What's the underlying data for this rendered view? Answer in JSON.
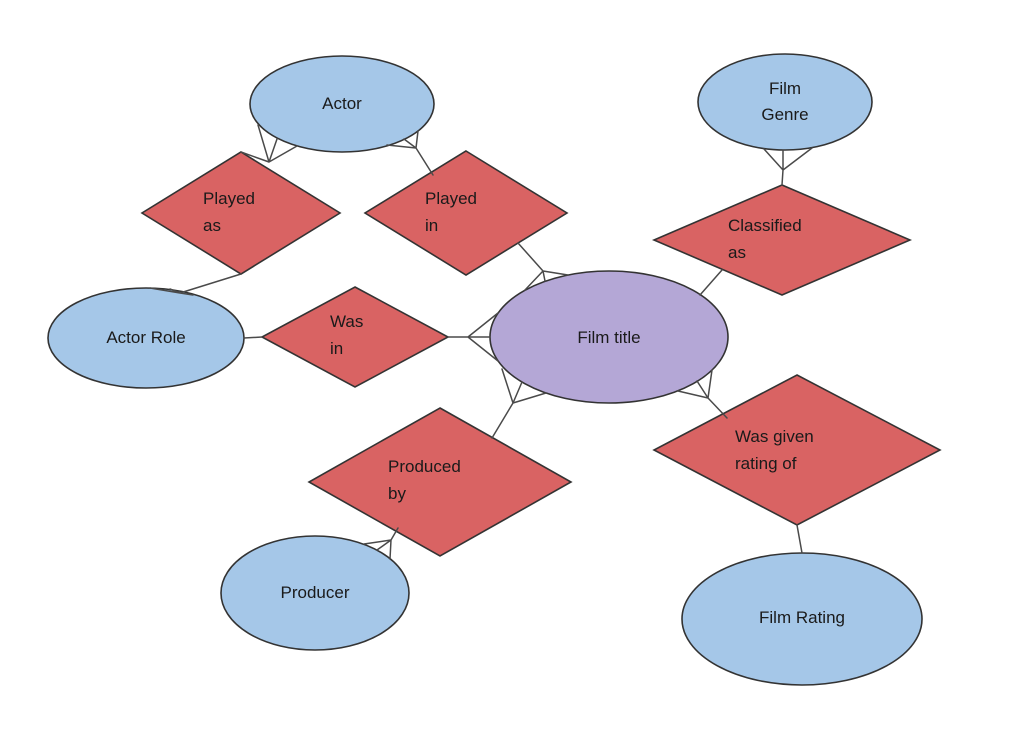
{
  "colors": {
    "background": "#ffffff",
    "entity_fill": "#a5c7e8",
    "central_entity_fill": "#b4a7d6",
    "relationship_fill": "#d96363",
    "shape_stroke": "#333333",
    "connector_stroke": "#4a4a4a",
    "text": "#1a1a1a"
  },
  "diagram_type": "entity-relationship",
  "nodes": {
    "actor": {
      "kind": "entity",
      "label": "Actor",
      "lines": [
        "Actor"
      ]
    },
    "film_genre": {
      "kind": "entity",
      "label": "Film Genre",
      "lines": [
        "Film",
        "Genre"
      ]
    },
    "actor_role": {
      "kind": "entity",
      "label": "Actor Role",
      "lines": [
        "Actor Role"
      ]
    },
    "film_title": {
      "kind": "central-entity",
      "label": "Film title",
      "lines": [
        "Film title"
      ]
    },
    "producer": {
      "kind": "entity",
      "label": "Producer",
      "lines": [
        "Producer"
      ]
    },
    "film_rating": {
      "kind": "entity",
      "label": "Film Rating",
      "lines": [
        "Film Rating"
      ]
    },
    "played_as": {
      "kind": "relationship",
      "label": "Played as",
      "lines": [
        "Played",
        "as"
      ]
    },
    "played_in": {
      "kind": "relationship",
      "label": "Played in",
      "lines": [
        "Played",
        "in"
      ]
    },
    "classified_as": {
      "kind": "relationship",
      "label": "Classified as",
      "lines": [
        "Classified",
        "as"
      ]
    },
    "was_in": {
      "kind": "relationship",
      "label": "Was in",
      "lines": [
        "Was",
        "in"
      ]
    },
    "produced_by": {
      "kind": "relationship",
      "label": "Produced by",
      "lines": [
        "Produced",
        "by"
      ]
    },
    "was_given_rating_of": {
      "kind": "relationship",
      "label": "Was given rating of",
      "lines": [
        "Was given",
        "rating of"
      ]
    }
  },
  "connections": [
    {
      "from": "Actor",
      "to": "Played as",
      "crow_foot_at": "Actor"
    },
    {
      "from": "Actor",
      "to": "Played in",
      "crow_foot_at": "Actor"
    },
    {
      "from": "Played as",
      "to": "Actor Role",
      "crow_foot_at": "Actor Role"
    },
    {
      "from": "Actor Role",
      "to": "Was in",
      "crow_foot_at": null
    },
    {
      "from": "Was in",
      "to": "Film title",
      "crow_foot_at": "Film title"
    },
    {
      "from": "Played in",
      "to": "Film title",
      "crow_foot_at": "Film title"
    },
    {
      "from": "Film Genre",
      "to": "Classified as",
      "crow_foot_at": "Film Genre"
    },
    {
      "from": "Classified as",
      "to": "Film title",
      "crow_foot_at": null
    },
    {
      "from": "Film title",
      "to": "Produced by",
      "crow_foot_at": "Film title"
    },
    {
      "from": "Produced by",
      "to": "Producer",
      "crow_foot_at": "Producer"
    },
    {
      "from": "Film title",
      "to": "Was given rating of",
      "crow_foot_at": "Film title"
    },
    {
      "from": "Was given rating of",
      "to": "Film Rating",
      "crow_foot_at": null
    }
  ]
}
